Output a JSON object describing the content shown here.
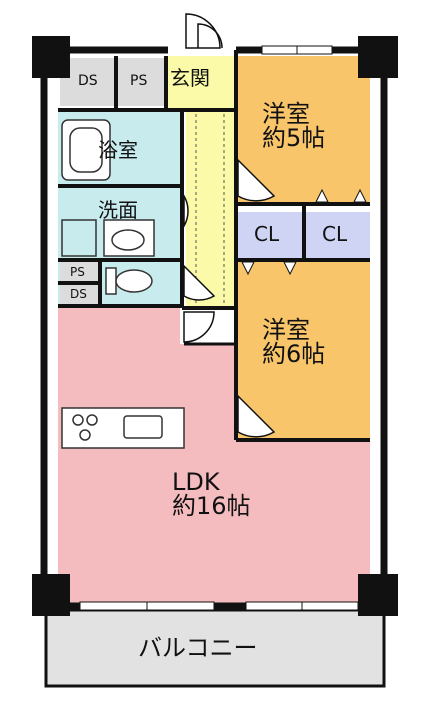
{
  "rooms": {
    "bedroom1": {
      "name": "洋室",
      "size": "約5帖"
    },
    "bedroom2": {
      "name": "洋室",
      "size": "約6帖"
    },
    "ldk": {
      "name": "LDK",
      "size": "約16帖"
    },
    "bath": "浴室",
    "washroom": "洗面",
    "entrance": "玄関",
    "closet1": "CL",
    "closet2": "CL",
    "ds1": "DS",
    "ps1": "PS",
    "ps2": "PS",
    "ds2": "DS",
    "balcony": "バルコニー"
  },
  "colors": {
    "bedroom": "#f9c56a",
    "ldk": "#f5bcc0",
    "wet_area": "#c8ecee",
    "entrance": "#fafaa8",
    "closet": "#cfd3f4",
    "utility": "#dcdcdc",
    "balcony": "#e2e2e2",
    "wall": "#111111"
  }
}
